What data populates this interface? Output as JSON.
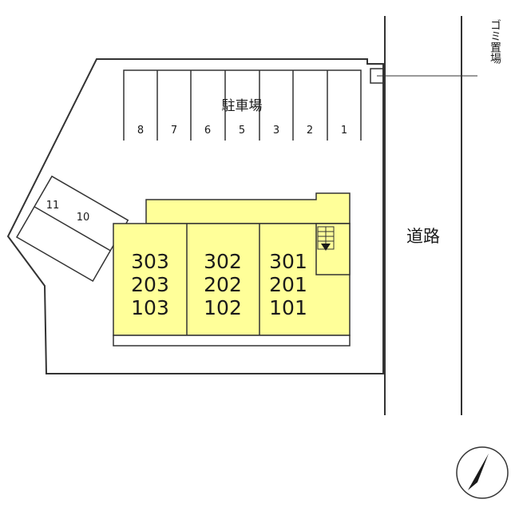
{
  "labels": {
    "parking": "駐車場",
    "road": "道路",
    "garbage": "ゴミ置場"
  },
  "parking_top": [
    "8",
    "7",
    "6",
    "5",
    "3",
    "2",
    "1"
  ],
  "parking_left": [
    "11",
    "10"
  ],
  "units": [
    {
      "top": "303",
      "mid": "203",
      "bottom": "103"
    },
    {
      "top": "302",
      "mid": "202",
      "bottom": "102"
    },
    {
      "top": "301",
      "mid": "201",
      "bottom": "101"
    }
  ],
  "colors": {
    "building": "#ffff99",
    "outline": "#333333",
    "background": "#ffffff"
  },
  "icons": {
    "stairs": "stairs-icon",
    "north": "north-arrow-icon"
  }
}
